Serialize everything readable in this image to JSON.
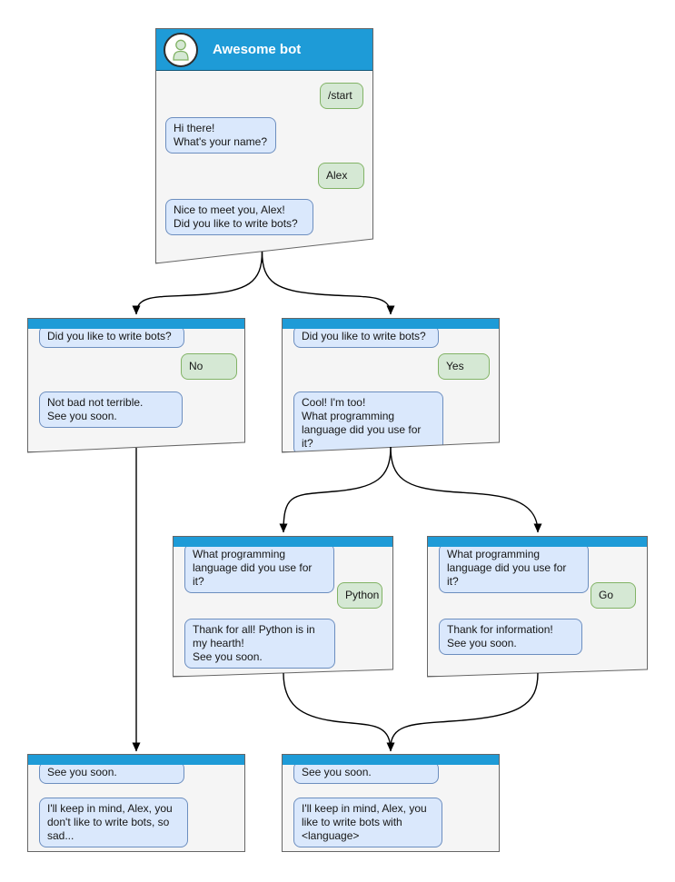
{
  "colors": {
    "header_blue": "#1e9bd7",
    "window_fill": "#f5f5f5",
    "window_border": "#666666",
    "bubble_bot_fill": "#dae8fc",
    "bubble_bot_border": "#6c8ebf",
    "bubble_user_fill": "#d5e8d4",
    "bubble_user_border": "#82b366",
    "arrow_color": "#000000",
    "title_color": "#ffffff"
  },
  "windows": {
    "root": {
      "title": "Awesome bot",
      "avatar_icon": "person-icon",
      "messages": [
        {
          "sender": "user",
          "text": "/start"
        },
        {
          "sender": "bot",
          "text": "Hi there!\nWhat's your name?"
        },
        {
          "sender": "user",
          "text": "Alex"
        },
        {
          "sender": "bot",
          "text": "Nice to meet you, Alex!\nDid you like to write bots?"
        }
      ]
    },
    "no_branch": {
      "messages": [
        {
          "sender": "bot",
          "text": "Did you like to write bots?"
        },
        {
          "sender": "user",
          "text": "No"
        },
        {
          "sender": "bot",
          "text": "Not bad not terrible.\nSee you soon."
        }
      ]
    },
    "yes_branch": {
      "messages": [
        {
          "sender": "bot",
          "text": "Did you like to write bots?"
        },
        {
          "sender": "user",
          "text": "Yes"
        },
        {
          "sender": "bot",
          "text": "Cool! I'm too!\nWhat programming\nlanguage did you use for it?"
        }
      ]
    },
    "python_branch": {
      "messages": [
        {
          "sender": "bot",
          "text": "What programming\nlanguage did you use for it?"
        },
        {
          "sender": "user",
          "text": "Python"
        },
        {
          "sender": "bot",
          "text": "Thank for all! Python is in\nmy hearth!\nSee you soon."
        }
      ]
    },
    "go_branch": {
      "messages": [
        {
          "sender": "bot",
          "text": "What programming\nlanguage did you use for it?"
        },
        {
          "sender": "user",
          "text": "Go"
        },
        {
          "sender": "bot",
          "text": "Thank for information!\nSee you soon."
        }
      ]
    },
    "end_no": {
      "messages": [
        {
          "sender": "bot",
          "text": "See you soon."
        },
        {
          "sender": "bot",
          "text": "I'll keep in mind, Alex, you\ndon't like to write bots, so\nsad..."
        }
      ]
    },
    "end_yes": {
      "messages": [
        {
          "sender": "bot",
          "text": "See you soon."
        },
        {
          "sender": "bot",
          "text": "I'll keep in mind, Alex, you\nlike to write bots with\n<language>"
        }
      ]
    }
  }
}
